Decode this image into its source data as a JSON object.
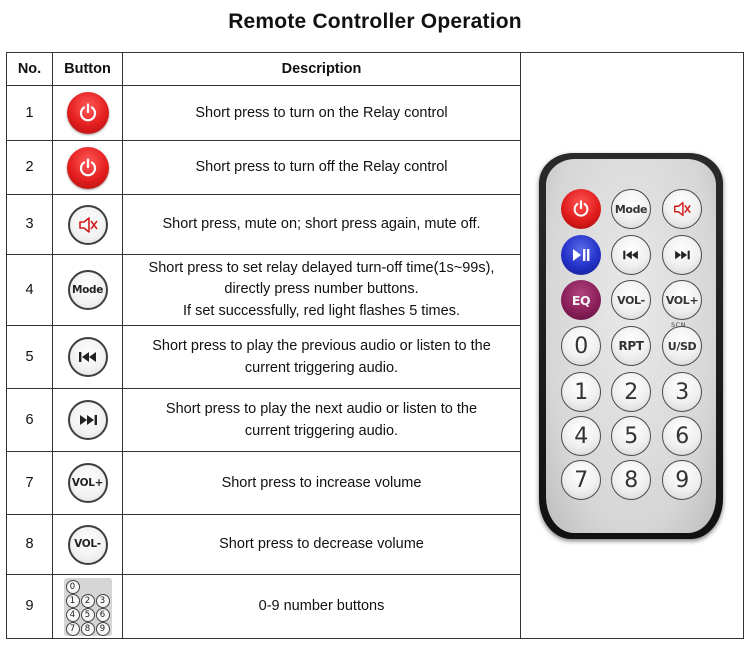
{
  "title": "Remote Controller Operation",
  "table": {
    "headers": {
      "no": "No.",
      "button": "Button",
      "description": "Description"
    },
    "rows": [
      {
        "no": "1",
        "icon": "power-on-icon",
        "desc": [
          "Short press to turn on the Relay control"
        ]
      },
      {
        "no": "2",
        "icon": "power-off-icon",
        "desc": [
          "Short press to turn off the Relay control"
        ]
      },
      {
        "no": "3",
        "icon": "mute-icon",
        "desc": [
          "Short press, mute on; short press again, mute off."
        ]
      },
      {
        "no": "4",
        "icon": "mode-icon",
        "icon_label": "Mode",
        "desc": [
          "Short press to set relay delayed turn-off time(1s~99s),",
          "directly press number buttons.",
          "If set successfully, red light flashes 5 times."
        ]
      },
      {
        "no": "5",
        "icon": "previous-icon",
        "desc": [
          "Short press to play the previous audio or listen to the",
          "current triggering audio."
        ]
      },
      {
        "no": "6",
        "icon": "next-icon",
        "desc": [
          "Short press to play the next audio or listen to the",
          "current triggering audio."
        ]
      },
      {
        "no": "7",
        "icon": "volume-up-icon",
        "icon_label": "VOL+",
        "desc": [
          "Short press to increase volume"
        ]
      },
      {
        "no": "8",
        "icon": "volume-down-icon",
        "icon_label": "VOL-",
        "desc": [
          "Short press to decrease volume"
        ]
      },
      {
        "no": "9",
        "icon": "number-pad-icon",
        "pad_keys": [
          "0",
          "1",
          "2",
          "3",
          "4",
          "5",
          "6",
          "7",
          "8",
          "9"
        ],
        "desc": [
          "0-9 number buttons"
        ]
      }
    ]
  },
  "remote": {
    "keys": {
      "mode": "Mode",
      "eq": "EQ",
      "vol_down": "VOL-",
      "vol_up": "VOL+",
      "rpt": "RPT",
      "usd": "U/SD",
      "scn": "SCN",
      "zero": "0",
      "numbers": [
        "1",
        "2",
        "3",
        "4",
        "5",
        "6",
        "7",
        "8",
        "9"
      ]
    }
  },
  "colors": {
    "power_red": "#e41e1e",
    "play_blue": "#2331c9",
    "eq_purple": "#8a1f5a",
    "remote_body": "#111111",
    "remote_face": "#d6d6d6"
  }
}
